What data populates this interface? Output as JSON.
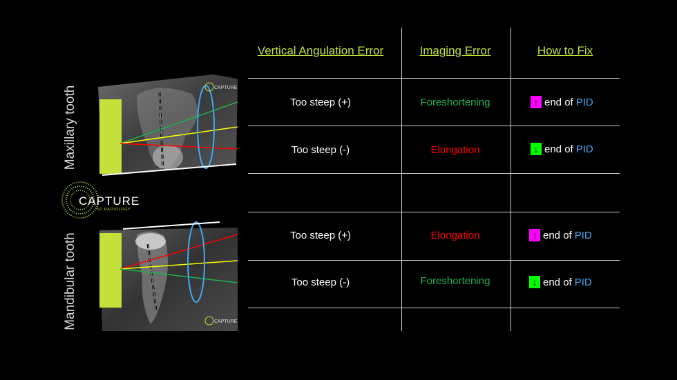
{
  "side_labels": {
    "maxillary": "Maxillary tooth",
    "mandibular": "Mandibular tooth"
  },
  "logo": {
    "main": "CAPTURE",
    "sub": "3D RADIOLOGY",
    "watermark": "CAPTURE"
  },
  "table": {
    "headers": [
      "Vertical Angulation Error",
      "Imaging Error",
      "How to Fix"
    ],
    "rows": [
      {
        "error": "Too steep (+)",
        "imaging": "Foreshortening",
        "imaging_color": "#22b14c",
        "arrow": "↑",
        "arrow_color": "#ff00ff",
        "fix_text": "end of",
        "fix_pid": "PID"
      },
      {
        "error": "Too steep (-)",
        "imaging": "Elongation",
        "imaging_color": "#ff0000",
        "arrow": "↓",
        "arrow_color": "#00ff00",
        "fix_text": "end of",
        "fix_pid": "PID"
      },
      {
        "error": "Too steep (+)",
        "imaging": "Elongation",
        "imaging_color": "#ff0000",
        "arrow": "↑",
        "arrow_color": "#ff00ff",
        "fix_text": "end of",
        "fix_pid": "PID"
      },
      {
        "error": "Too steep (-)",
        "imaging": "Foreshortening",
        "imaging_color": "#22b14c",
        "arrow": "↓",
        "arrow_color": "#00ff00",
        "fix_text": "end of",
        "fix_pid": "PID"
      }
    ]
  },
  "colors": {
    "header": "#c5e03a",
    "pid": "#3fa9f5",
    "sensor": "#c5e03a"
  }
}
